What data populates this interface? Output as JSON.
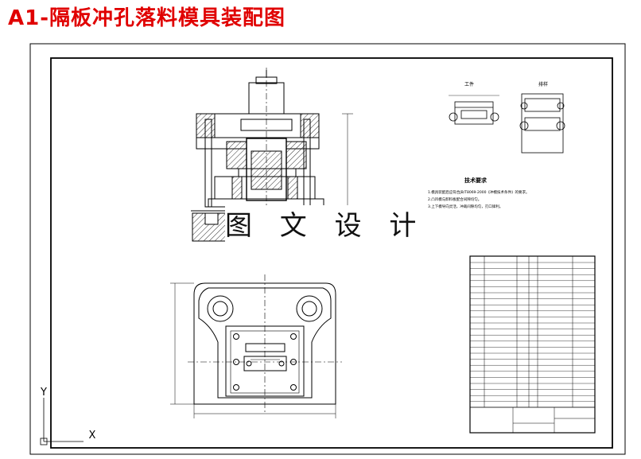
{
  "page_title": "A1-隔板冲孔落料模具装配图",
  "watermark_text": "图 文 设 计",
  "ucs": {
    "y_label": "Y",
    "x_label": "X"
  },
  "colors": {
    "title": "#e00000",
    "line": "#000000",
    "hatch": "#333333"
  },
  "tech_notes_title": "技术要求",
  "tech_notes": [
    "1.模具装配后应符合JB/T8069-2000《冲模技术条件》的要求。",
    "2.凸凹模与卸料板配合间隙均匀。",
    "3.上下模导向灵活，冲裁间隙均匀，刃口锋利。"
  ],
  "part_drawing_title": "工件",
  "scrap_drawing_title": "排样"
}
